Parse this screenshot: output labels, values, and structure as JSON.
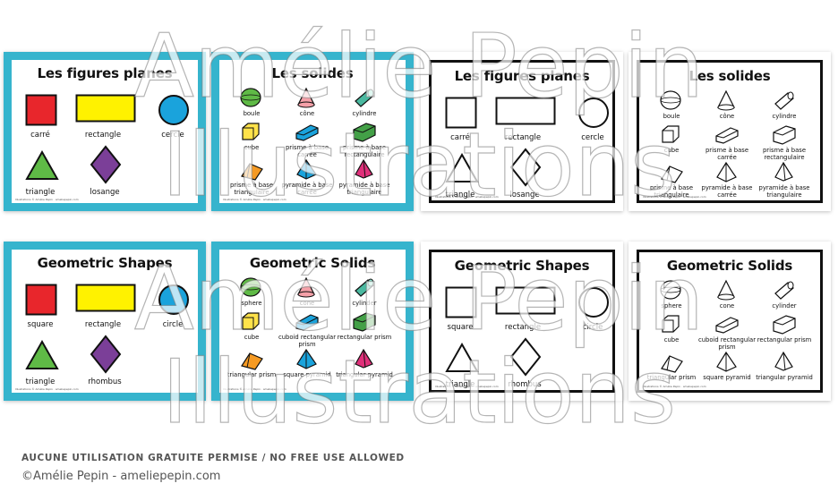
{
  "cards": {
    "fr_planes_color": {
      "title": "Les figures planes",
      "labels": [
        "carré",
        "rectangle",
        "cercle",
        "triangle",
        "losange"
      ]
    },
    "fr_solids_color": {
      "title": "Les solides",
      "labels": [
        "boule",
        "cône",
        "cylindre",
        "cube",
        "prisme à base carrée",
        "prisme à base rectangulaire",
        "prisme à base triangulaire",
        "pyramide à base carrée",
        "pyramide à base triangulaire"
      ]
    },
    "fr_planes_bw": {
      "title": "Les figures planes",
      "labels": [
        "carré",
        "rectangle",
        "cercle",
        "triangle",
        "losange"
      ]
    },
    "fr_solids_bw": {
      "title": "Les solides",
      "labels": [
        "boule",
        "cône",
        "cylindre",
        "cube",
        "prisme à base carrée",
        "prisme à base rectangulaire",
        "prisme à base triangulaire",
        "pyramide à base carrée",
        "pyramide à base triangulaire"
      ]
    },
    "en_shapes_color": {
      "title": "Geometric Shapes",
      "labels": [
        "square",
        "rectangle",
        "circle",
        "triangle",
        "rhombus"
      ]
    },
    "en_solids_color": {
      "title": "Geometric Solids",
      "labels": [
        "sphere",
        "cone",
        "cylinder",
        "cube",
        "cuboid rectangular prism",
        "rectangular prism",
        "triangular prism",
        "square pyramid",
        "triangular pyramid"
      ]
    },
    "en_shapes_bw": {
      "title": "Geometric Shapes",
      "labels": [
        "square",
        "rectangle",
        "circle",
        "triangle",
        "rhombus"
      ]
    },
    "en_solids_bw": {
      "title": "Geometric Solids",
      "labels": [
        "sphere",
        "cone",
        "cylinder",
        "cube",
        "cuboid rectangular prism",
        "rectangular prism",
        "triangular prism",
        "square pyramid",
        "triangular pyramid"
      ]
    }
  },
  "credit": "Illustrations © Amélie Pepin · ameliepepin.com",
  "watermark": {
    "line1": "Amélie Pepin",
    "line2": "Illustrations"
  },
  "footer": {
    "notice": "AUCUNE UTILISATION GRATUITE PERMISE / NO FREE USE ALLOWED",
    "copyright": "©Amélie Pepin - ameliepepin.com"
  },
  "colors": {
    "teal": "#36b4cd",
    "red": "#e8262c",
    "yellow": "#fff200",
    "blue": "#1aa3dc",
    "green": "#5fba46",
    "purple": "#7b3f98"
  }
}
